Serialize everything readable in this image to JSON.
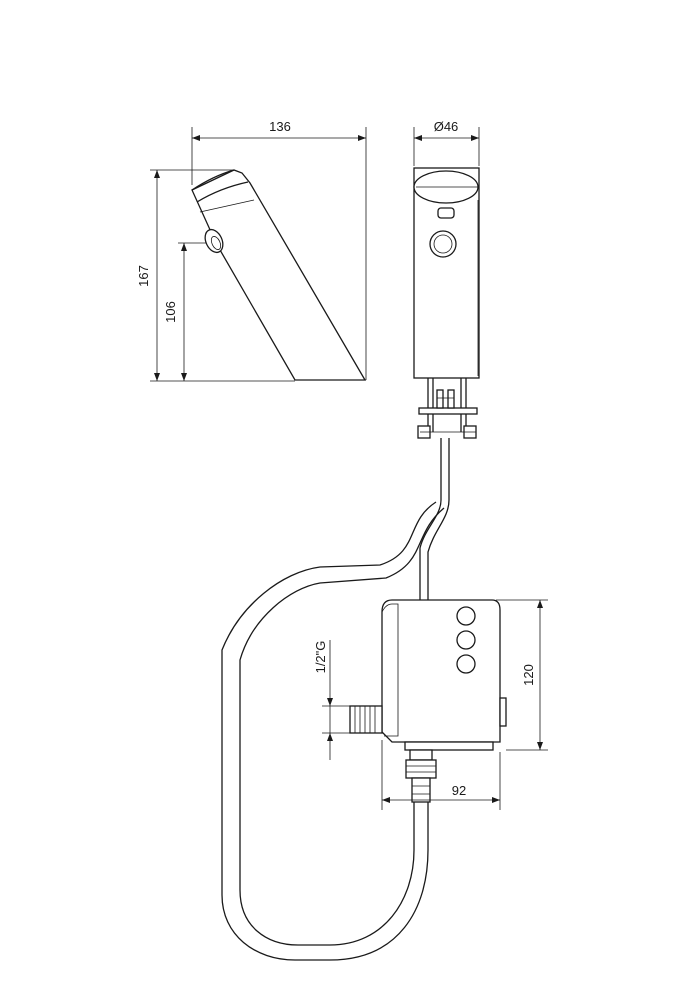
{
  "dimensions": {
    "spout_width": "136",
    "spout_height_total": "167",
    "spout_height_outlet": "106",
    "body_diameter": "Ø46",
    "thread": "1/2\"G",
    "box_height": "120",
    "box_width": "92"
  }
}
